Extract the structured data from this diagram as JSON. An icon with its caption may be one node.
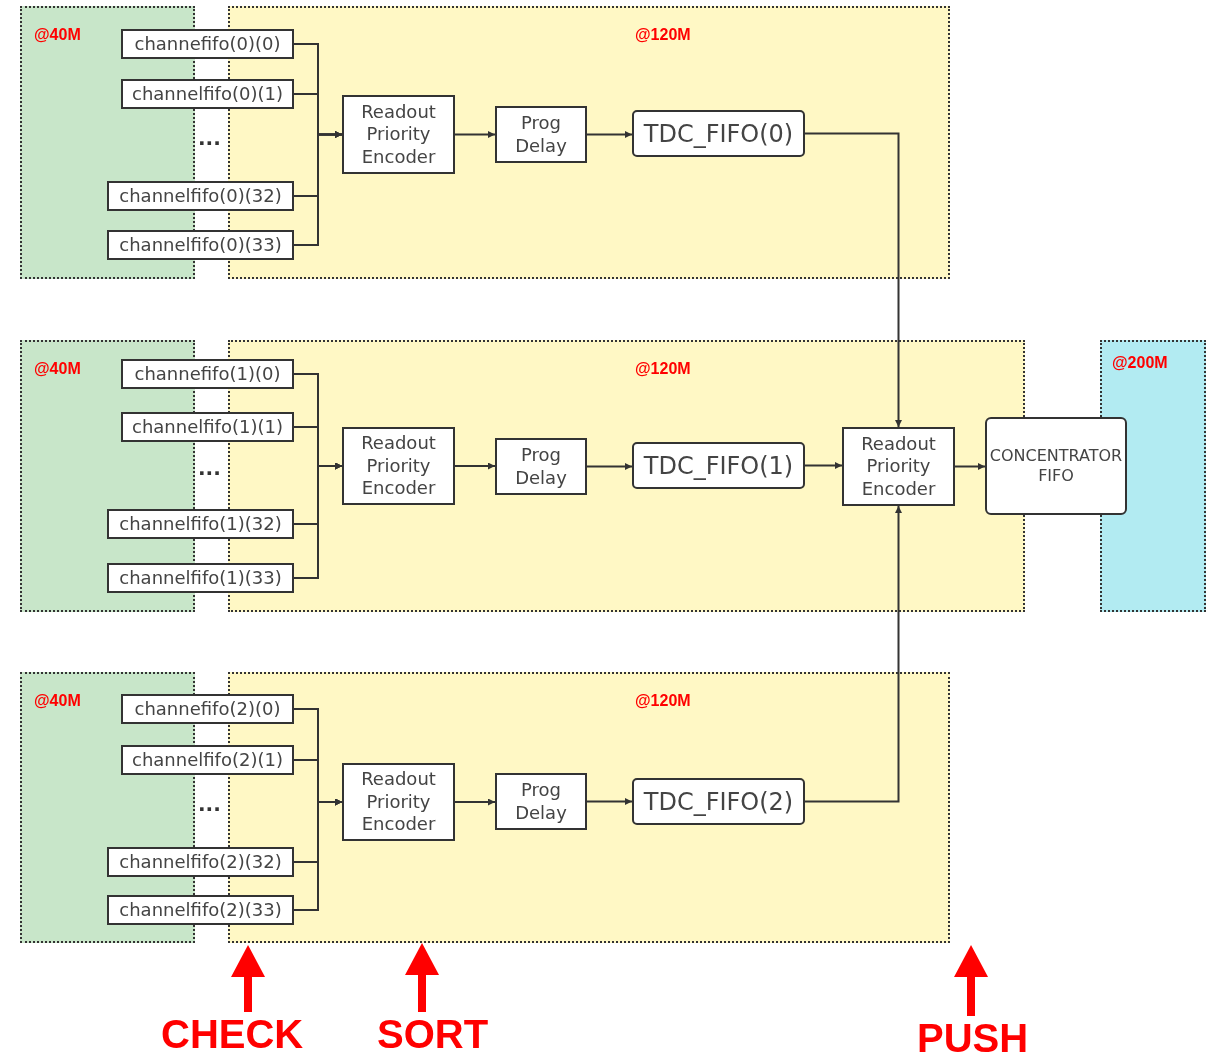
{
  "diagram": {
    "nodes": [
      {
        "text": [
          "@40M"
        ]
      },
      {
        "text": [
          "@120M"
        ]
      },
      {
        "text": [
          "channefifo(0)(0)"
        ]
      },
      {
        "text": [
          "channelfifo(0)(1)"
        ]
      },
      {
        "text": [
          "channelfifo(0)(32)"
        ]
      },
      {
        "text": [
          "channelfifo(0)(33)"
        ]
      },
      {
        "text": [
          "Readout Priority Encoder"
        ],
        "in": 1
      },
      {
        "text": [
          "Prog Delay"
        ],
        "in": 1
      },
      {
        "text": [
          "TDC_FIFO(0)"
        ],
        "in": 1
      },
      {
        "text": [
          "@40M"
        ]
      },
      {
        "text": [
          "@120M"
        ]
      },
      {
        "text": [
          "channefifo(1)(0)"
        ]
      },
      {
        "text": [
          "channelfifo(1)(1)"
        ]
      },
      {
        "text": [
          "channelfifo(1)(32)"
        ]
      },
      {
        "text": [
          "channelfifo(1)(33)"
        ]
      },
      {
        "text": [
          "Readout Priority Encoder"
        ],
        "in": 10
      },
      {
        "text": [
          "Prog Delay"
        ],
        "in": 10
      },
      {
        "text": [
          "TDC_FIFO(1)"
        ],
        "in": 10
      },
      {
        "text": [
          "Readout Priority Encoder"
        ],
        "in": 10
      },
      {
        "text": [
          "@200M"
        ]
      },
      {
        "text": [
          "CONCENTRATOR FIFO"
        ]
      },
      {
        "text": [
          "@40M"
        ]
      },
      {
        "text": [
          "@120M"
        ]
      },
      {
        "text": [
          "channefifo(2)(0)"
        ]
      },
      {
        "text": [
          "channelfifo(2)(1)"
        ]
      },
      {
        "text": [
          "channelfifo(2)(32)"
        ]
      },
      {
        "text": [
          "channelfifo(2)(33)"
        ]
      },
      {
        "text": [
          "Readout Priority Encoder"
        ],
        "in": 22
      },
      {
        "text": [
          "Prog Delay"
        ],
        "in": 22
      },
      {
        "text": [
          "TDC_FIFO(2)"
        ],
        "in": 22
      }
    ],
    "edges": [
      {
        "from": 2,
        "to": 6,
        "arrow": "to"
      },
      {
        "from": 3,
        "to": 6,
        "arrow": "to"
      },
      {
        "from": 4,
        "to": 6,
        "arrow": "to"
      },
      {
        "from": 5,
        "to": 6,
        "arrow": "to"
      },
      {
        "from": 6,
        "to": 7,
        "arrow": "to"
      },
      {
        "from": 7,
        "to": 8,
        "arrow": "to"
      },
      {
        "from": 8,
        "to": 18,
        "arrow": "to"
      },
      {
        "from": 11,
        "to": 15,
        "arrow": "to"
      },
      {
        "from": 12,
        "to": 15,
        "arrow": "to"
      },
      {
        "from": 13,
        "to": 15,
        "arrow": "to"
      },
      {
        "from": 14,
        "to": 15,
        "arrow": "to"
      },
      {
        "from": 15,
        "to": 16,
        "arrow": "to"
      },
      {
        "from": 16,
        "to": 17,
        "arrow": "to"
      },
      {
        "from": 17,
        "to": 18,
        "arrow": "to"
      },
      {
        "from": 18,
        "to": 20,
        "arrow": "to"
      },
      {
        "from": 23,
        "to": 27,
        "arrow": "to"
      },
      {
        "from": 24,
        "to": 27,
        "arrow": "to"
      },
      {
        "from": 25,
        "to": 27,
        "arrow": "to"
      },
      {
        "from": 26,
        "to": 27,
        "arrow": "to"
      },
      {
        "from": 27,
        "to": 28,
        "arrow": "to"
      },
      {
        "from": 28,
        "to": 29,
        "arrow": "to"
      },
      {
        "from": 29,
        "to": 18,
        "arrow": "to"
      }
    ],
    "labels": [
      "...",
      "...",
      "...",
      "CHECK",
      "SORT",
      "PUSH"
    ]
  }
}
